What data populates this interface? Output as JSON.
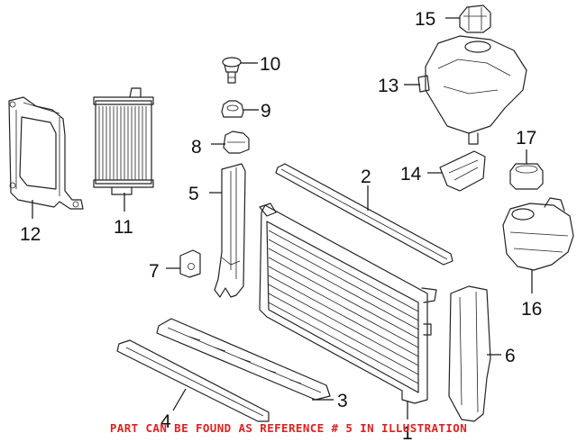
{
  "callouts": {
    "c1": "1",
    "c2": "2",
    "c3": "3",
    "c4": "4",
    "c5": "5",
    "c6": "6",
    "c7": "7",
    "c8": "8",
    "c9": "9",
    "c10": "10",
    "c11": "11",
    "c12": "12",
    "c13": "13",
    "c14": "14",
    "c15": "15",
    "c16": "16",
    "c17": "17"
  },
  "notice": {
    "text": "PART CAN BE FOUND AS REFERENCE # 5 IN ILLUSTRATION",
    "color": "#e02020"
  }
}
